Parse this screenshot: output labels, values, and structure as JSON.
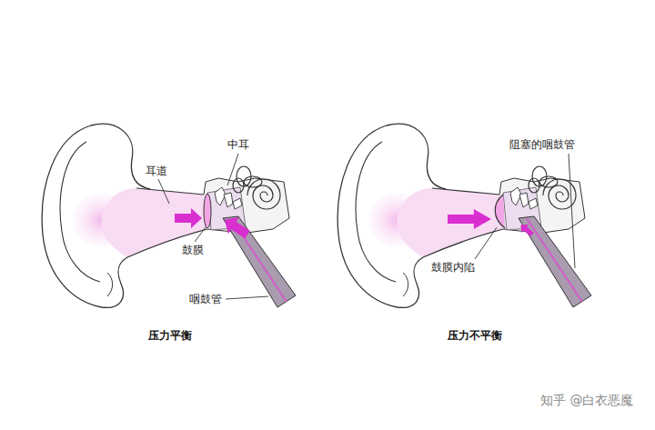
{
  "diagram": {
    "labels": [
      "耳道",
      "中耳",
      "鼓膜",
      "咽鼓管",
      "压力平衡",
      "阻塞的咽鼓管",
      "鼓膜内陷",
      "压力不平衡",
      "知乎 @白衣恶魔"
    ]
  }
}
